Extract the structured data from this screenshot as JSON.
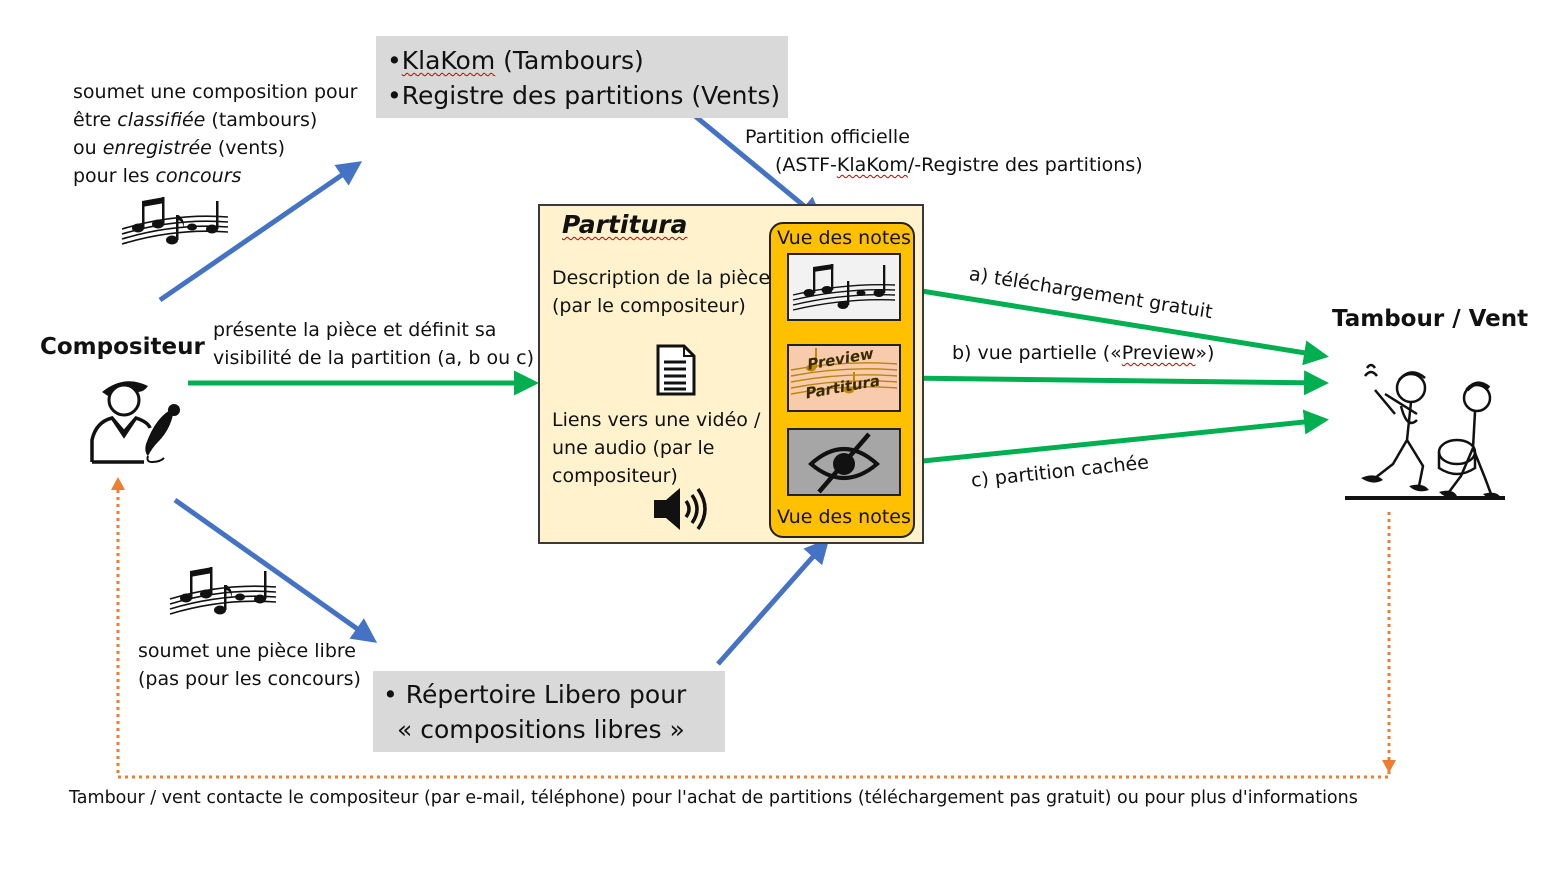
{
  "top_box": {
    "line1_bullet": "•",
    "line1_link": "KlaKom",
    "line1_rest": " (Tambours)",
    "line2": "•Registre des partitions (Vents)"
  },
  "submit_text": {
    "l1": "soumet une composition pour",
    "l2a": "être ",
    "l2b": "classifiée",
    "l2c": " (tambours)",
    "l3a": "ou ",
    "l3b": "enregistrée",
    "l3c": " (vents)",
    "l4a": "pour les ",
    "l4b": "concours"
  },
  "official": {
    "l1": "Partition officielle",
    "l2a": "(ASTF-",
    "l2b": "KlaKom",
    "l2c": "/-Registre des partitions)"
  },
  "composer": {
    "label": "Compositeur"
  },
  "present_text": {
    "l1": "présente la pièce et définit sa",
    "l2": "visibilité de la partition (a, b ou c)"
  },
  "partitura": {
    "title": "Partitura",
    "desc1": "Description de la pièce",
    "desc2": "(par le compositeur)",
    "links1": "Liens vers une vidéo /",
    "links2": "une audio (par le",
    "links3": "compositeur)",
    "vue_top": "Vue des notes",
    "vue_bottom": "Vue des notes",
    "preview_l1": "Preview",
    "preview_l2": "Partitura"
  },
  "options": {
    "a": "a) téléchargement gratuit",
    "b_prefix": "b) vue partielle («",
    "b_word": "Preview",
    "b_suffix": "»)",
    "c": "c) partition cachée"
  },
  "recipient": {
    "label": "Tambour / Vent"
  },
  "libre_text": {
    "l1": "soumet une pièce libre",
    "l2": "(pas pour les concours)"
  },
  "bottom_box": {
    "l1": "• Répertoire Libero pour",
    "l2": "« compositions libres »"
  },
  "footer": {
    "text": "Tambour / vent contacte le compositeur (par e-mail, téléphone) pour l'achat de partitions (téléchargement pas gratuit) ou pour plus d'informations"
  },
  "colors": {
    "blue_arrow": "#4472c4",
    "green_arrow": "#00b050",
    "orange_dotted": "#ed7d31",
    "gray_box": "#d9d9d9",
    "partitura_bg": "#fff2cc",
    "vue_bg": "#ffc000",
    "hidden_bg": "#a6a6a6"
  }
}
